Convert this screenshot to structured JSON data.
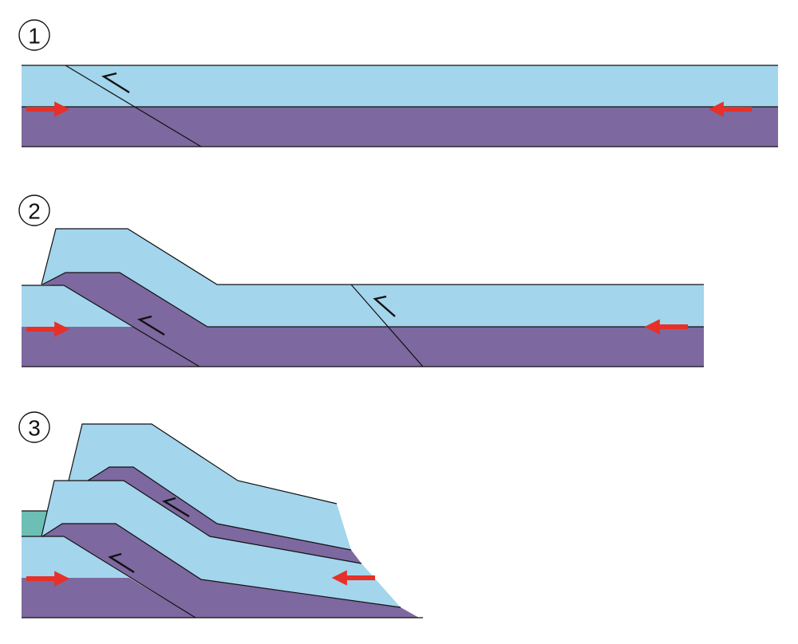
{
  "stages": [
    {
      "label": "1"
    },
    {
      "label": "2"
    },
    {
      "label": "3"
    }
  ],
  "colors": {
    "upper_layer": "#a3d5ec",
    "lower_layer": "#7d689f",
    "sediment": "#6dbfb6",
    "compression_arrow": "#e63028",
    "line": "#111111"
  }
}
